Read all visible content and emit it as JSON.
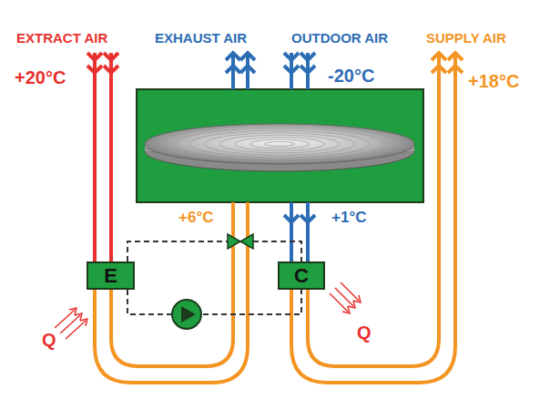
{
  "diagram": {
    "nodes": [
      {
        "text": [
          "E"
        ]
      },
      {
        "text": [
          "C"
        ]
      }
    ],
    "edges": [
      {
        "from": 0,
        "to": 1,
        "arrow": "none"
      },
      {
        "from": 0,
        "to": 1,
        "arrow": "none"
      }
    ],
    "labels": [
      "EXTRACT AIR",
      "+20°C",
      "EXHAUST AIR",
      "OUTDOOR AIR",
      "-20°C",
      "SUPPLY AIR",
      "+18°C",
      "+6°C",
      "+1°C",
      "Q",
      "Q"
    ]
  }
}
